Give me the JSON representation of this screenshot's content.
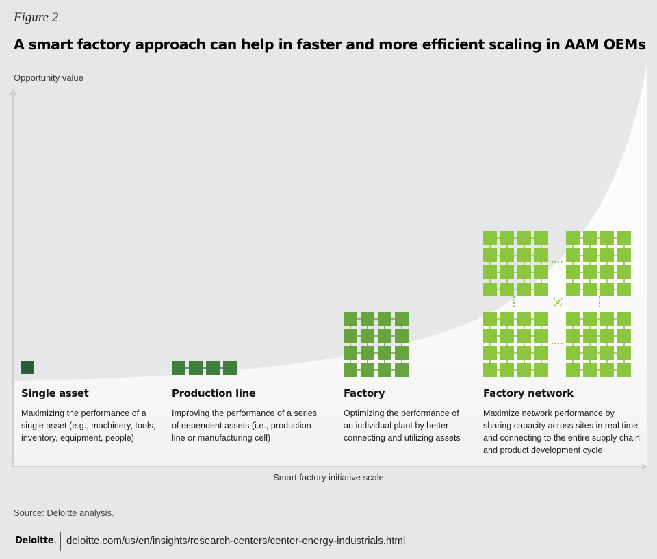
{
  "figure_label": "Figure 2",
  "title": "A smart factory approach can help in faster and more efficient scaling in AAM OEMs",
  "y_axis_label": "Opportunity value",
  "x_axis_label": "Smart factory initiative scale",
  "stages": [
    {
      "title": "Single asset",
      "description": "Maximizing the performance of a single asset (e.g., machinery, tools, inventory, equipment, people)",
      "color": "#2e5c34"
    },
    {
      "title": "Production line",
      "description": "Improving the performance of a series of dependent assets (i.e., production line or manufacturing cell)",
      "color": "#3e7d3a"
    },
    {
      "title": "Factory",
      "description": "Optimizing the performance of an individual plant by better connecting and utilizing assets",
      "color": "#67a33f"
    },
    {
      "title": "Factory network",
      "description": "Maximize network performance by sharing capacity across sites in real time and connecting to the entire supply chain and product development cycle",
      "color": "#8cc63f"
    }
  ],
  "source": "Source: Deloitte analysis.",
  "footer": {
    "brand": "Deloitte",
    "brand_dot": ".",
    "url": "deloitte.com/us/en/insights/research-centers/center-energy-industrials.html"
  },
  "colors": {
    "background": "#e6e7e8",
    "curve_fill": "#ffffff",
    "axis": "#b4b6b8"
  }
}
